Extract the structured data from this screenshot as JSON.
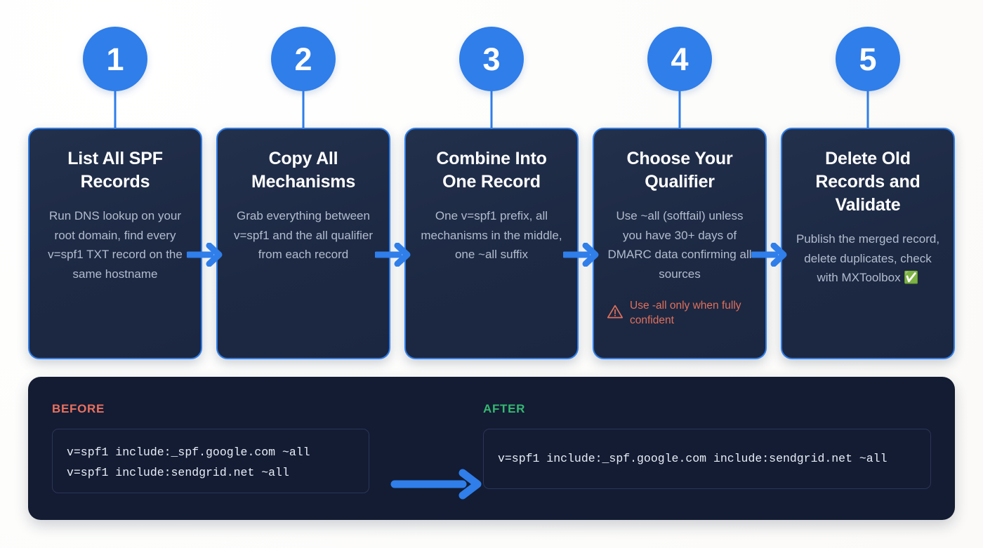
{
  "theme": {
    "accent_blue": "#2f7eea",
    "card_bg": "#1e2a45",
    "panel_bg": "#131c33",
    "warn_red": "#e0705c",
    "before_red": "#e8705f",
    "after_green": "#35b871",
    "page_bg": "#ffffff"
  },
  "steps": [
    {
      "number": "1",
      "title": "List All SPF Records",
      "description": "Run DNS lookup on your root domain, find every v=spf1 TXT record on the same hostname",
      "note": null,
      "note_icon": null,
      "suffix_icon": null
    },
    {
      "number": "2",
      "title": "Copy All Mechanisms",
      "description": "Grab everything between v=spf1 and the all qualifier from each record",
      "note": null,
      "note_icon": null,
      "suffix_icon": null
    },
    {
      "number": "3",
      "title": "Combine Into One Record",
      "description": "One v=spf1 prefix, all mechanisms in the middle, one ~all suffix",
      "note": null,
      "note_icon": null,
      "suffix_icon": null
    },
    {
      "number": "4",
      "title": "Choose Your Qualifier",
      "description": "Use ~all (softfail) unless you have 30+ days of DMARC data confirming all sources",
      "note": "Use -all only when fully confident",
      "note_icon": "warning-triangle-icon",
      "suffix_icon": null
    },
    {
      "number": "5",
      "title": "Delete Old Records and Validate",
      "description": "Publish the merged record, delete duplicates, check with MXToolbox",
      "note": null,
      "note_icon": null,
      "suffix_icon": "✅"
    }
  ],
  "connectors": {
    "icon": "arrow-right-icon",
    "count": 4
  },
  "compare": {
    "before": {
      "label": "BEFORE",
      "lines": [
        "v=spf1 include:_spf.google.com ~all",
        "v=spf1 include:sendgrid.net ~all"
      ],
      "code": "v=spf1 include:_spf.google.com ~all\nv=spf1 include:sendgrid.net ~all"
    },
    "after": {
      "label": "AFTER",
      "lines": [
        "v=spf1 include:_spf.google.com include:sendgrid.net ~all"
      ],
      "code": "v=spf1 include:_spf.google.com include:sendgrid.net ~all"
    },
    "transform_icon": "arrow-right-icon"
  }
}
